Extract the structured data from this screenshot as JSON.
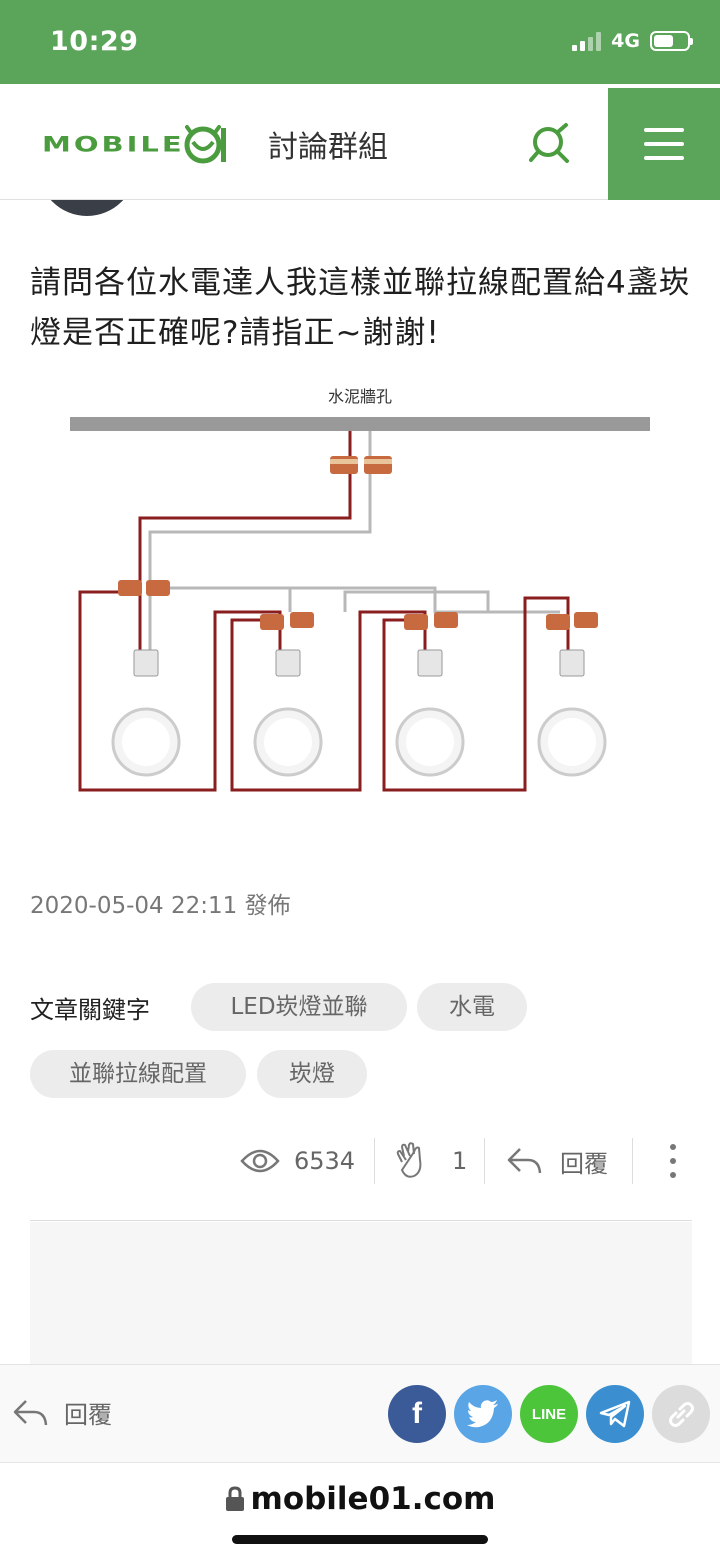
{
  "status": {
    "time": "10:29",
    "network": "4G"
  },
  "header": {
    "logo_text": "MOBILE",
    "logo_mark": "01",
    "title": "討論群組"
  },
  "post": {
    "title": "請問各位水電達人我這樣並聯拉線配置給4盞崁燈是否正確呢?請指正~謝謝!",
    "diagram_label": "水泥牆孔",
    "published": "2020-05-04 22:11 發佈"
  },
  "tags": {
    "label": "文章關鍵字",
    "items": [
      "LED崁燈並聯",
      "水電",
      "並聯拉線配置",
      "崁燈"
    ]
  },
  "actions": {
    "views": "6534",
    "likes": "1",
    "reply_label": "回覆"
  },
  "bottom": {
    "reply_label": "回覆",
    "share": {
      "facebook_glyph": "f",
      "line_label": "LINE",
      "colors": {
        "facebook": "#3b5a98",
        "twitter": "#5aa5e6",
        "line": "#4cc53b",
        "telegram": "#3b8fd1",
        "link": "#dcdcdc"
      }
    }
  },
  "browser": {
    "url": "mobile01.com"
  },
  "colors": {
    "brand_green": "#5aa55a",
    "wire_red": "#8a1e1e",
    "wire_gray": "#b8b8b8"
  }
}
